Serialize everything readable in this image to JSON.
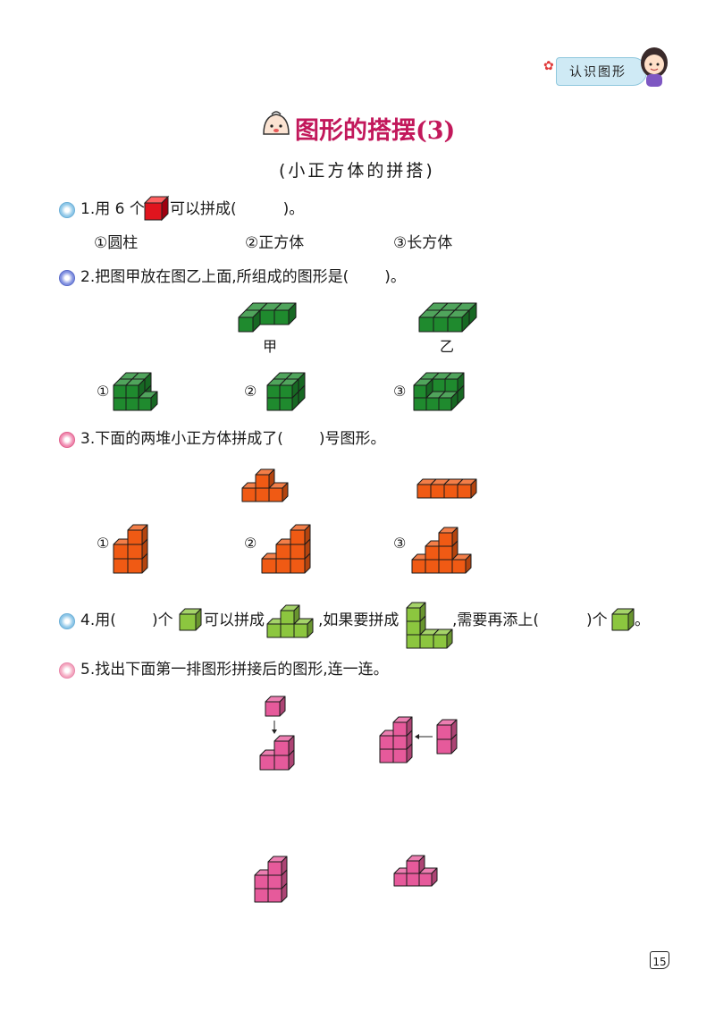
{
  "header": {
    "badge": "认识图形"
  },
  "title": {
    "main": "图形的搭摆",
    "number": "(3)",
    "subtitle": "(小正方体的拼搭)"
  },
  "colors": {
    "red": "#e0141e",
    "green": "#1f8a2e",
    "orange": "#f05a14",
    "lime": "#8cc63f",
    "pink": "#e65a9b",
    "title": "#c2185b"
  },
  "q1": {
    "part1": "1.用 6 个",
    "part2": "可以拼成(",
    "part3": ")。",
    "options": [
      "①圆柱",
      "②正方体",
      "③长方体"
    ]
  },
  "q2": {
    "text": "2.把图甲放在图乙上面,所组成的图形是(",
    "end": ")。",
    "label_a": "甲",
    "label_b": "乙",
    "option_marks": [
      "①",
      "②",
      "③"
    ]
  },
  "q3": {
    "text": "3.下面的两堆小正方体拼成了(",
    "end": ")号图形。",
    "option_marks": [
      "①",
      "②",
      "③"
    ]
  },
  "q4": {
    "p1": "4.用(",
    "p2": ")个",
    "p3": "可以拼成",
    "p4": ",如果要拼成",
    "p5": ",需要再添上(",
    "p6": ")个",
    "p7": "。"
  },
  "q5": {
    "text": "5.找出下面第一排图形拼接后的图形,连一连。"
  },
  "footer": {
    "page_number": "15"
  }
}
